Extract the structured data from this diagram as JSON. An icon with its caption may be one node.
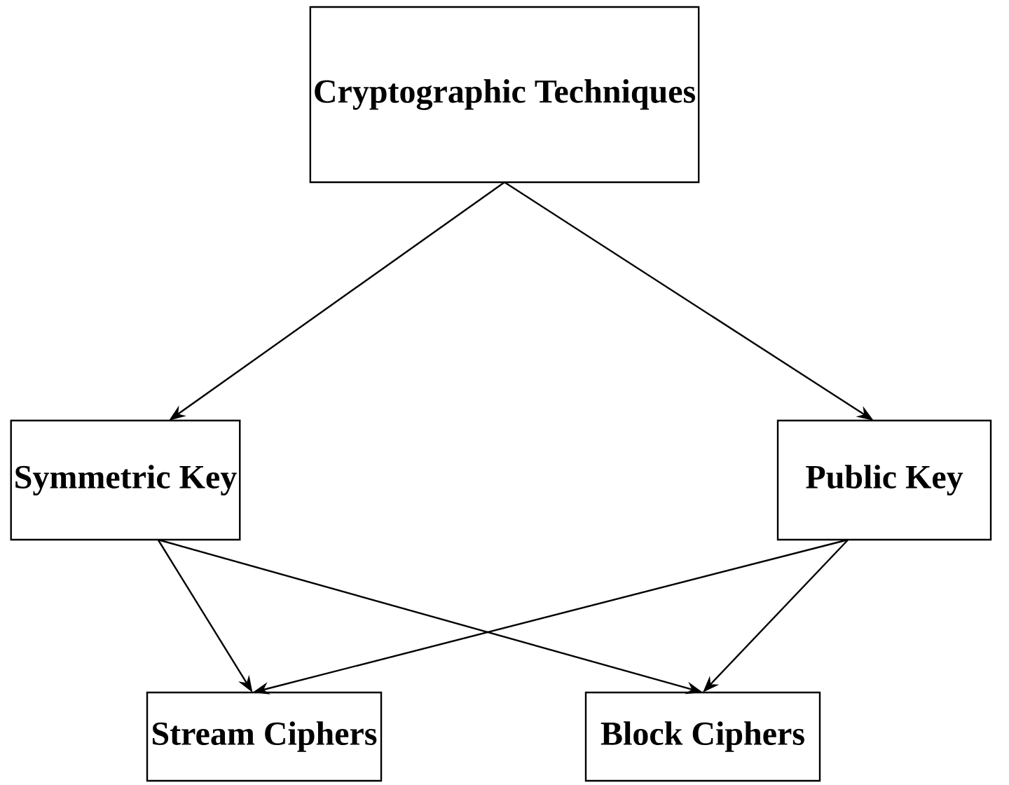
{
  "diagram": {
    "nodes": [
      {
        "text": [
          "Cryptographic Techniques"
        ]
      },
      {
        "text": [
          "Symmetric Key"
        ]
      },
      {
        "text": [
          "Public Key"
        ]
      },
      {
        "text": [
          "Stream Ciphers"
        ]
      },
      {
        "text": [
          "Block Ciphers"
        ]
      }
    ],
    "edges": [
      {
        "from": 0,
        "to": 1,
        "arrow": "to"
      },
      {
        "from": 0,
        "to": 2,
        "arrow": "to"
      },
      {
        "from": 1,
        "to": 3,
        "arrow": "to"
      },
      {
        "from": 1,
        "to": 4,
        "arrow": "to"
      },
      {
        "from": 2,
        "to": 3,
        "arrow": "to"
      },
      {
        "from": 2,
        "to": 4,
        "arrow": "to"
      }
    ]
  }
}
